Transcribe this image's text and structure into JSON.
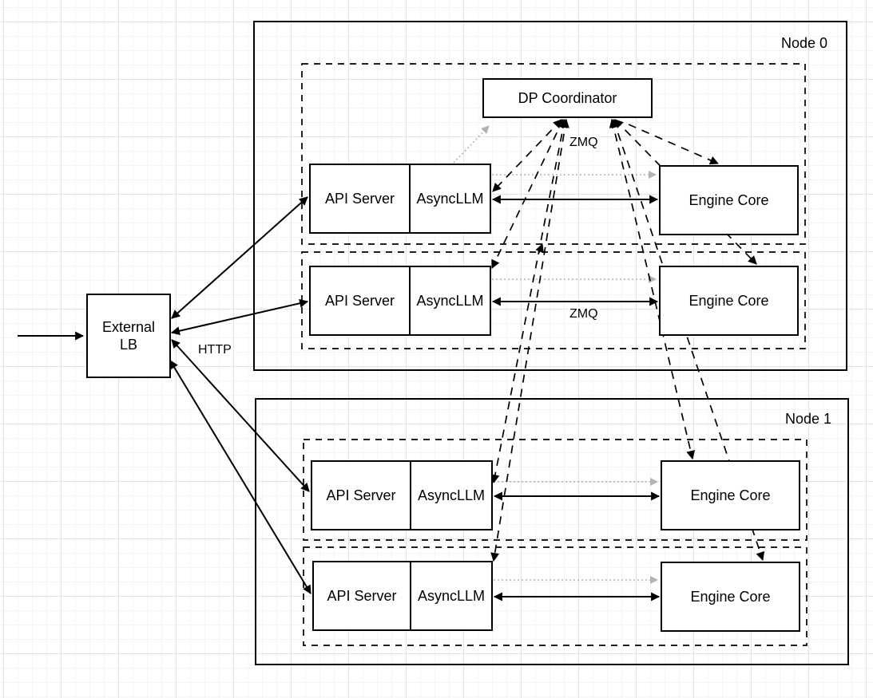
{
  "nodes": {
    "node0_label": "Node 0",
    "node1_label": "Node 1"
  },
  "coordinator_label": "DP Coordinator",
  "external_lb": {
    "line1": "External",
    "line2": "LB"
  },
  "edge_labels": {
    "http": "HTTP",
    "zmq_coordinator": "ZMQ",
    "zmq_engine": "ZMQ"
  },
  "rows": [
    {
      "api_server": "API Server",
      "async_llm": "AsyncLLM",
      "engine_core": "Engine Core"
    },
    {
      "api_server": "API Server",
      "async_llm": "AsyncLLM",
      "engine_core": "Engine Core"
    },
    {
      "api_server": "API Server",
      "async_llm": "AsyncLLM",
      "engine_core": "Engine Core"
    },
    {
      "api_server": "API Server",
      "async_llm": "AsyncLLM",
      "engine_core": "Engine Core"
    }
  ],
  "colors": {
    "line": "#000000",
    "muted": "#b3b3b3",
    "box_fill": "#ffffff"
  }
}
